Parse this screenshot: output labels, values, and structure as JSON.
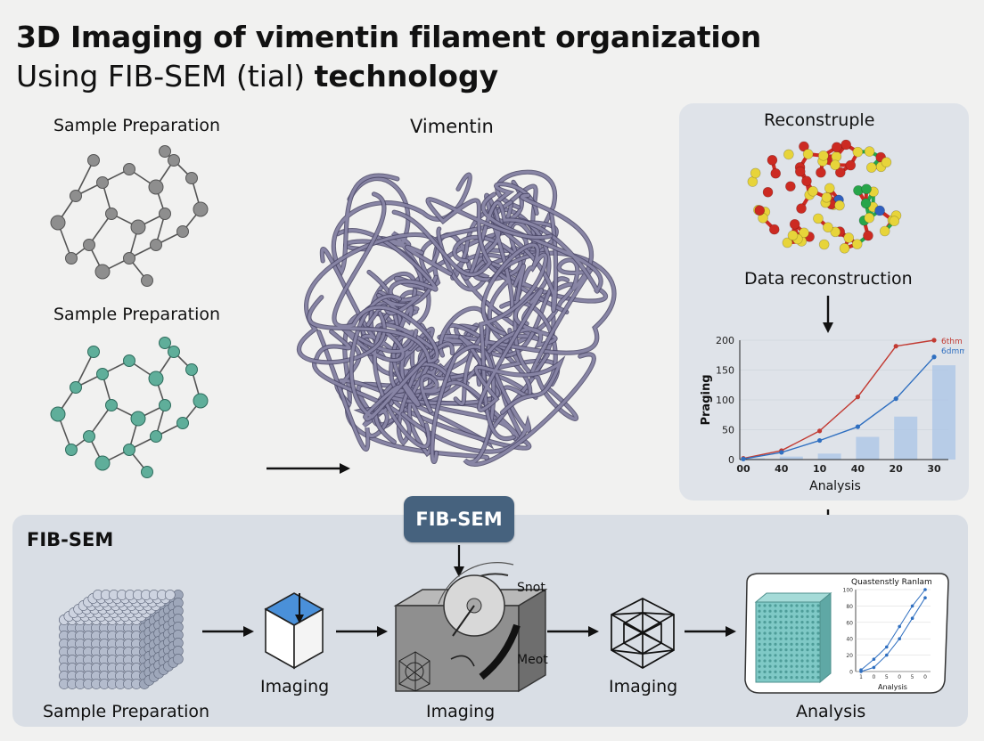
{
  "header": {
    "title_line1": "3D Imaging of vimentin filament organization",
    "title_line2_prefix": "Using FIB-SEM (tial) ",
    "title_line2_bold": "technology"
  },
  "left_column": {
    "label_top": "Sample Preparation",
    "label_bottom": "Sample Preparation",
    "colors": {
      "top_molecule": "#8e8e8e",
      "bottom_molecule": "#5fae9a"
    }
  },
  "center": {
    "label": "Vimentin",
    "color": "#8a87a8"
  },
  "right_panel": {
    "title": "Reconstruple",
    "caption": "Data reconstruction",
    "chart_label": "Analysis",
    "colors": {
      "red": "#cc2a22",
      "yellow": "#e7d43a",
      "green": "#27a54a",
      "blue": "#2f5fbf"
    }
  },
  "bottom_panel": {
    "label": "FIB-SEM",
    "badge": "FIB-SEM",
    "steps": {
      "sample": "Sample Preparation",
      "imaging1": "Imaging",
      "instrument": "Imaging",
      "imaging2": "Imaging",
      "analysis": "Analysis"
    },
    "instrument_labels": {
      "top": "Snot",
      "bottom": "Meot"
    },
    "mini_chart": {
      "title": "Quastenstly Ranlam",
      "xlabel": "Analysis"
    },
    "colors": {
      "cube_top": "#4a90d9",
      "block": "#7fc9c6"
    }
  },
  "chart_data": [
    {
      "type": "line",
      "ylabel": "Praging",
      "xlabel": "Analysis",
      "xticks": [
        "00",
        "40",
        "10",
        "40",
        "20",
        "30"
      ],
      "yticks": [
        0,
        50,
        100,
        150,
        200
      ],
      "ylim": [
        0,
        200
      ],
      "series": [
        {
          "name": "6thm",
          "color": "#c23b33",
          "values": [
            2,
            15,
            48,
            105,
            190,
            200
          ]
        },
        {
          "name": "6dmm",
          "color": "#2f6fc0",
          "values": [
            1,
            12,
            32,
            55,
            102,
            172
          ]
        }
      ],
      "bars": [
        2,
        5,
        10,
        38,
        72,
        158
      ]
    },
    {
      "type": "line",
      "title": "Quastenstly Ranlam",
      "xlabel": "Analysis",
      "xticks": [
        "1",
        "0",
        "5",
        "0",
        "5",
        "0"
      ],
      "yticks": [
        0,
        20,
        40,
        60,
        80,
        100
      ],
      "series": [
        {
          "color": "#2f6fc0",
          "values": [
            2,
            15,
            30,
            55,
            80,
            100
          ]
        },
        {
          "color": "#2f6fc0",
          "values": [
            0,
            5,
            20,
            40,
            65,
            90
          ]
        }
      ]
    }
  ]
}
